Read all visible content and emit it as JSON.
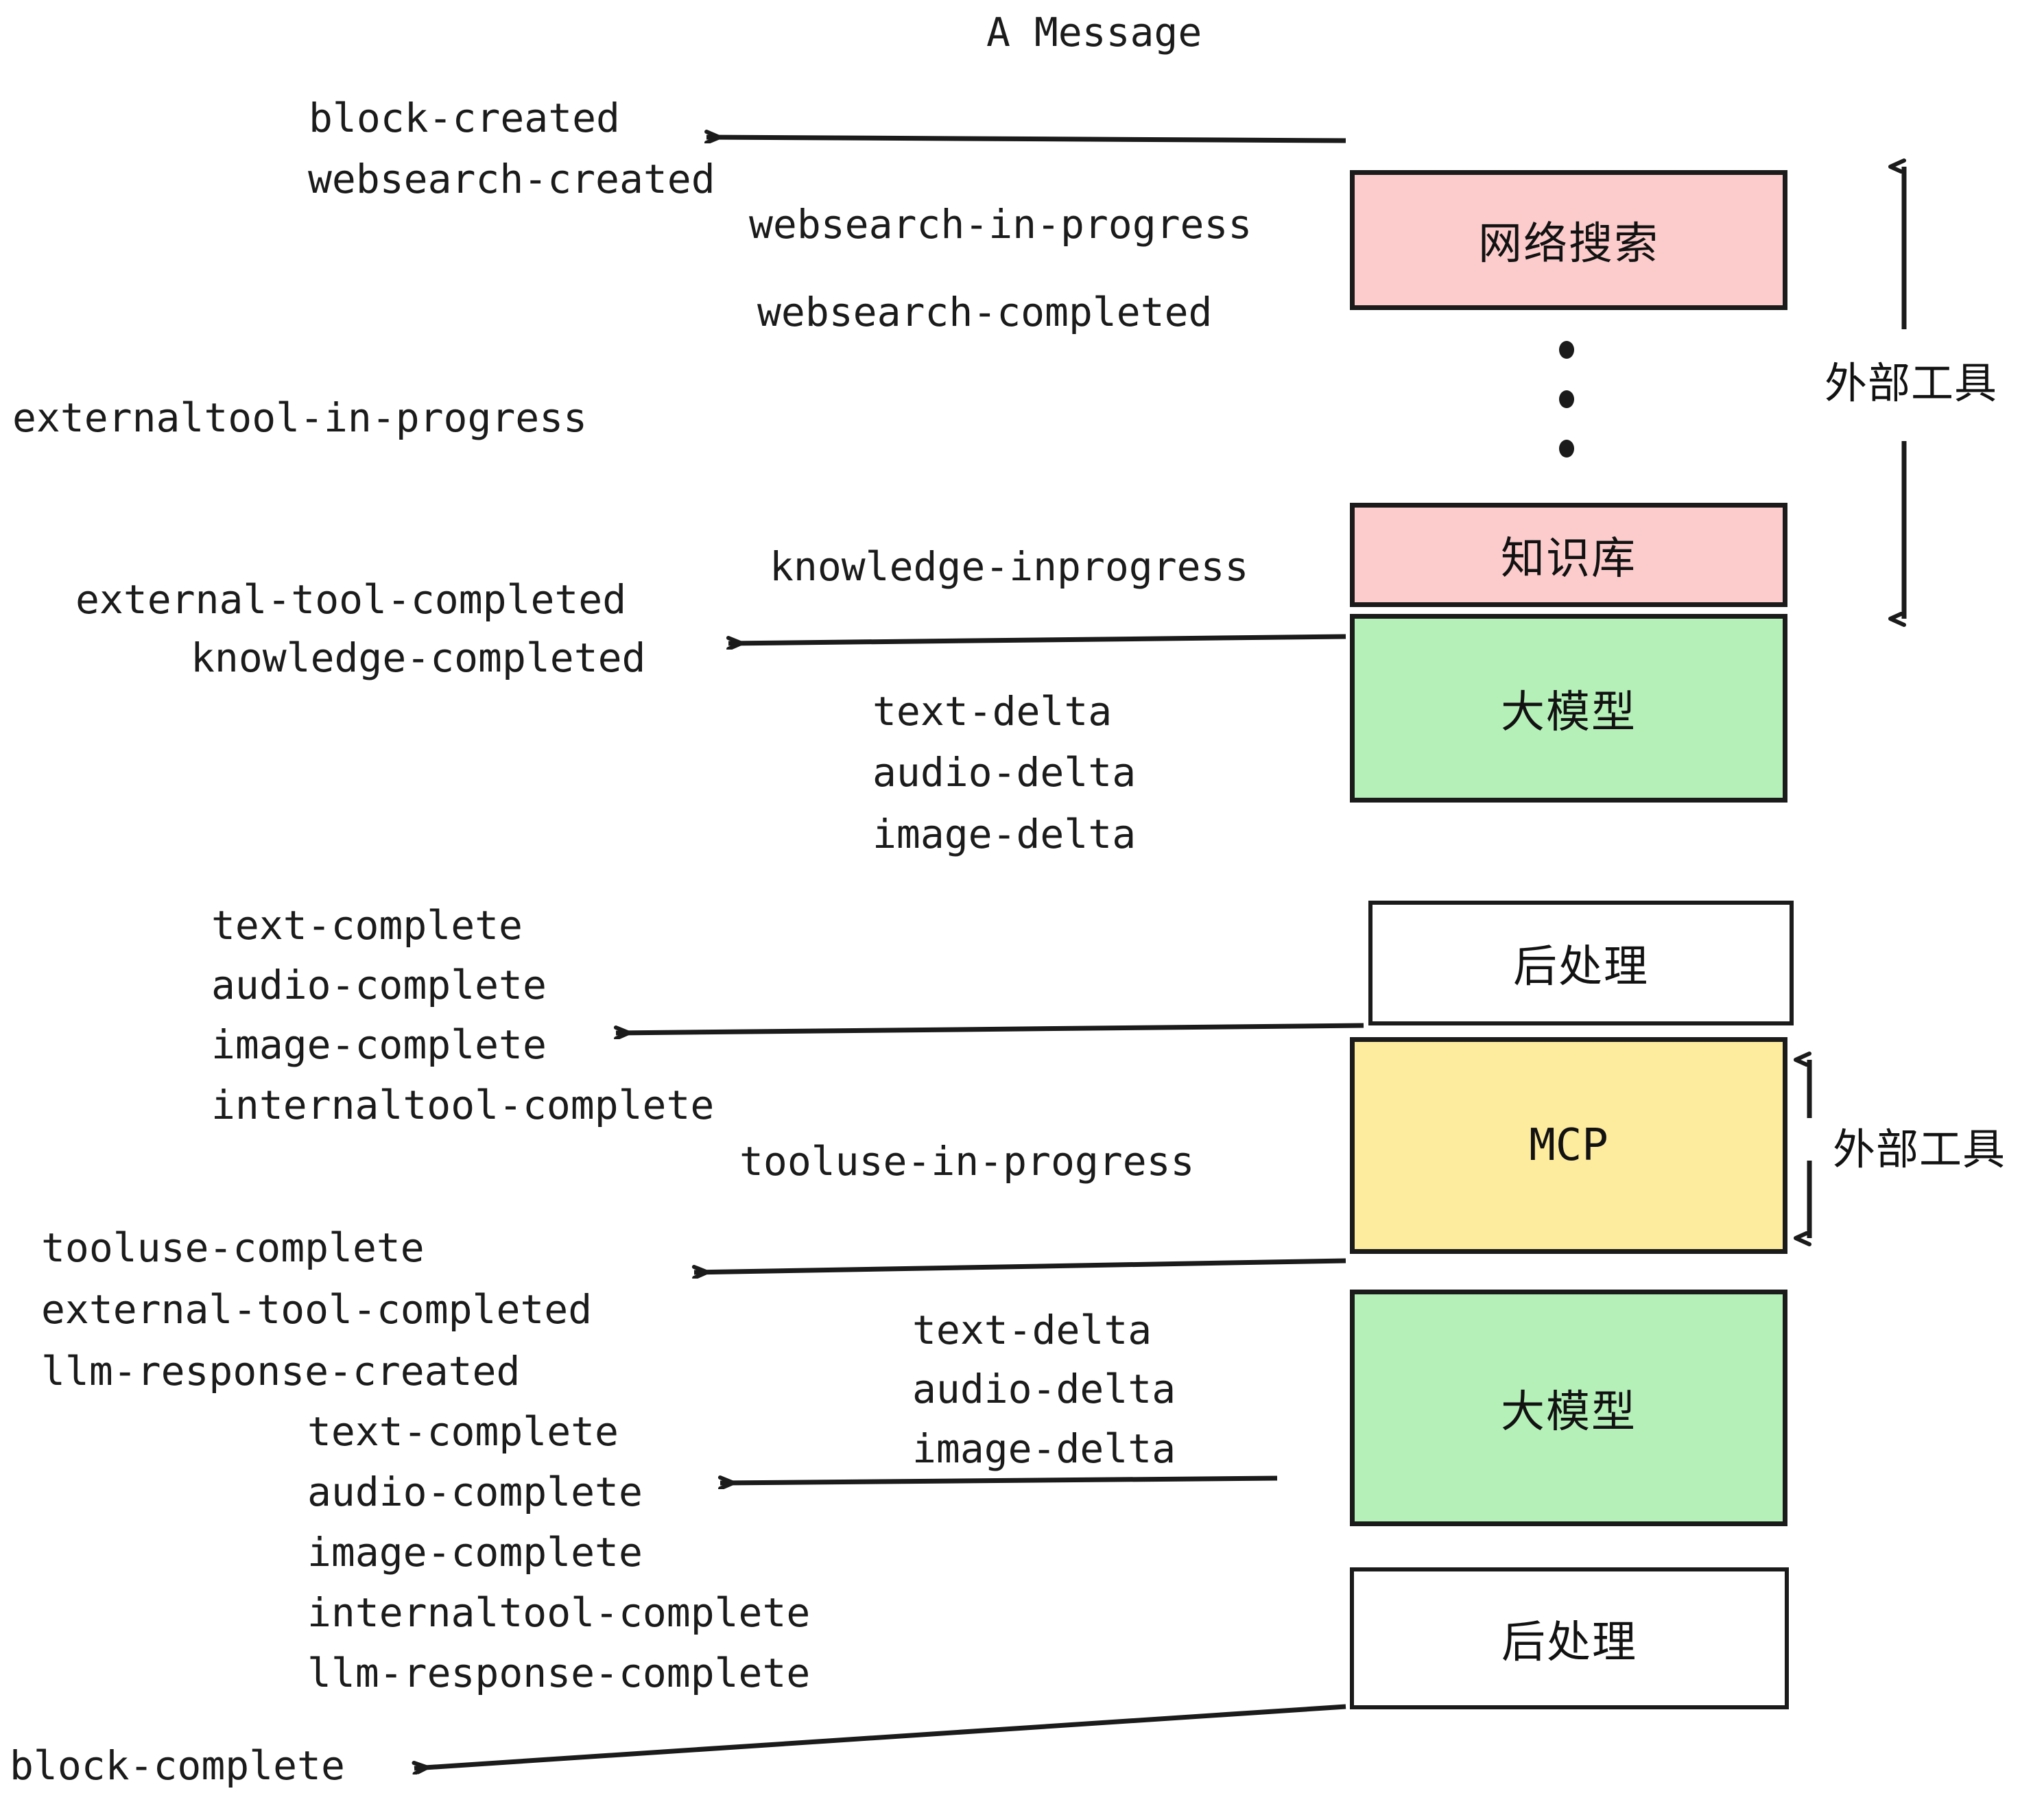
{
  "title": "A Message",
  "colors": {
    "pink": "#fccccc",
    "green": "#b5f0b9",
    "yellow": "#fdeb9e",
    "white": "#ffffff",
    "stroke": "#1b1b1b",
    "text": "#1b1b1b"
  },
  "nodes": [
    {
      "id": "websearch",
      "label": "网络搜索",
      "fill": "pink"
    },
    {
      "id": "knowledge",
      "label": "知识库",
      "fill": "pink"
    },
    {
      "id": "llm_top",
      "label": "大模型",
      "fill": "green"
    },
    {
      "id": "post_top",
      "label": "后处理",
      "fill": "white"
    },
    {
      "id": "mcp",
      "label": "MCP",
      "fill": "yellow"
    },
    {
      "id": "llm_bottom",
      "label": "大模型",
      "fill": "green"
    },
    {
      "id": "post_bottom",
      "label": "后处理",
      "fill": "white"
    }
  ],
  "side_annotations": [
    {
      "id": "external-tools-top",
      "label": "外部工具"
    },
    {
      "id": "external-tools-bottom",
      "label": "外部工具"
    }
  ],
  "events": {
    "block_created": "block-created",
    "websearch_created": "websearch-created",
    "websearch_in_progress": "websearch-in-progress",
    "websearch_completed": "websearch-completed",
    "externaltool_in_progress": "externaltool-in-progress",
    "knowledge_inprogress": "knowledge-inprogress",
    "external_tool_completed_1": "external-tool-completed",
    "knowledge_completed": "knowledge-completed",
    "text_delta_1": "text-delta",
    "audio_delta_1": "audio-delta",
    "image_delta_1": "image-delta",
    "text_complete_1": "text-complete",
    "audio_complete_1": "audio-complete",
    "image_complete_1": "image-complete",
    "internaltool_complete_1": "internaltool-complete",
    "tooluse_in_progress": "tooluse-in-progress",
    "tooluse_complete": "tooluse-complete",
    "external_tool_completed_2": "external-tool-completed",
    "llm_response_created": "llm-response-created",
    "text_delta_2": "text-delta",
    "audio_delta_2": "audio-delta",
    "image_delta_2": "image-delta",
    "text_complete_2": "text-complete",
    "audio_complete_2": "audio-complete",
    "image_complete_2": "image-complete",
    "internaltool_complete_2": "internaltool-complete",
    "llm_response_complete": "llm-response-complete",
    "block_complete": "block-complete"
  }
}
